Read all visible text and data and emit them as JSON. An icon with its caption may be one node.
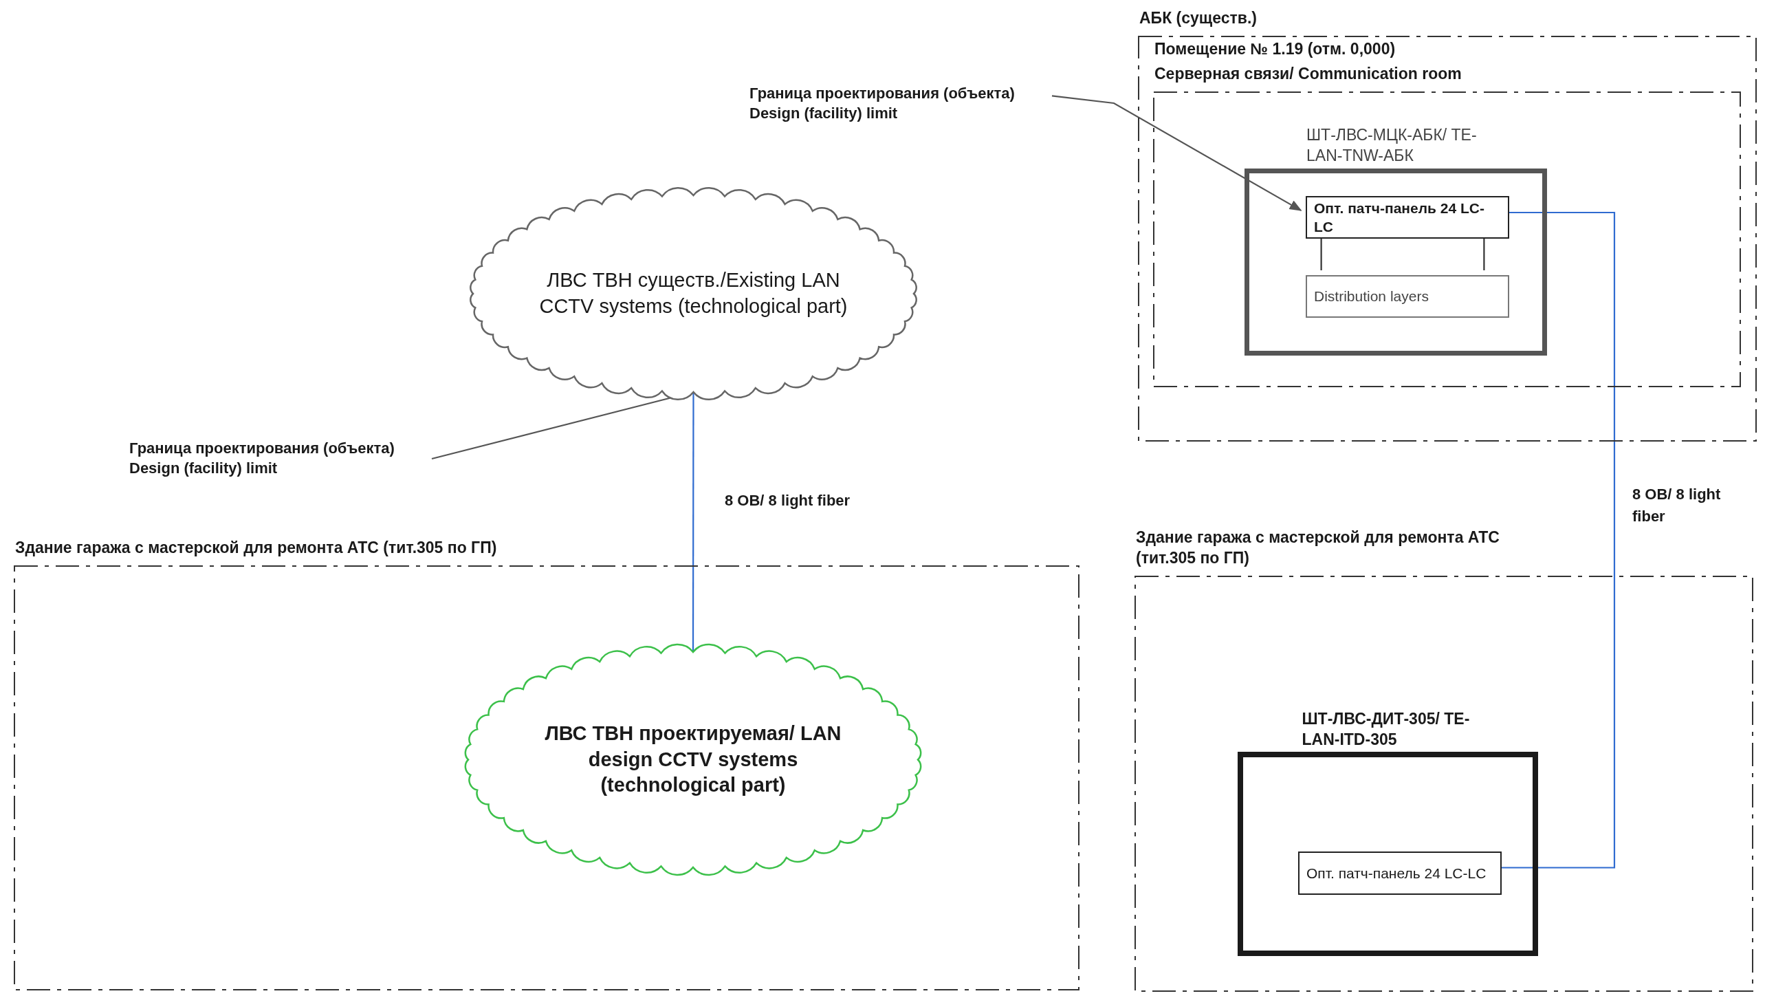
{
  "diagram": {
    "nodes": [
      {
        "text": [
          "АБК (существ.)"
        ]
      },
      {
        "text": [
          "Помещение № 1.19 (отм. 0,000)",
          "Серверная  связи/ Communication room"
        ],
        "in": 0
      },
      {
        "text": [
          "ШТ-ЛВС-МЦК-АБК/ TE-LAN-TNW-АБК"
        ],
        "in": 1
      },
      {
        "text": [
          "Опт. патч-панель 24 LC-LC"
        ],
        "in": 2
      },
      {
        "text": [
          "Distribution layers"
        ],
        "in": 2
      },
      {
        "text": [
          "ЛВС ТВН существ./Existing LAN CCTV systems (technological part)"
        ]
      },
      {
        "text": [
          "Граница проектирования (объекта) Design (facility) limit"
        ]
      },
      {
        "text": [
          "Граница проектирования (объекта) Design (facility) limit"
        ]
      },
      {
        "text": [
          "Здание гаража с мастерской для ремонта АТС (тит.305 по ГП)"
        ]
      },
      {
        "text": [
          "ЛВС ТВН проектируемая/ LAN design CCTV systems (technological part)"
        ],
        "in": 8
      },
      {
        "text": [
          "Здание гаража с мастерской для ремонта АТС (тит.305 по ГП)"
        ]
      },
      {
        "text": [
          "ШТ-ЛВС-ДИТ-305/ TE-LAN-ITD-305"
        ],
        "in": 10
      },
      {
        "text": [
          "Опт. патч-панель 24 LC-LC"
        ],
        "in": 11
      }
    ],
    "edges": [
      {
        "from": 6,
        "to": 3,
        "arrow": "to",
        "color": "#555555"
      },
      {
        "from": 7,
        "to": 5,
        "arrow": "to",
        "color": "#555555"
      },
      {
        "from": 5,
        "to": 9,
        "arrow": "none",
        "label": "8 ОВ/ 8 light fiber",
        "color": "#2f6bd0"
      },
      {
        "from": 3,
        "to": 12,
        "arrow": "none",
        "label": "8 ОВ/ 8 light fiber",
        "color": "#2f6bd0"
      },
      {
        "from": 3,
        "to": 4,
        "arrow": "none"
      },
      {
        "from": 3,
        "to": 4,
        "arrow": "none"
      }
    ]
  }
}
